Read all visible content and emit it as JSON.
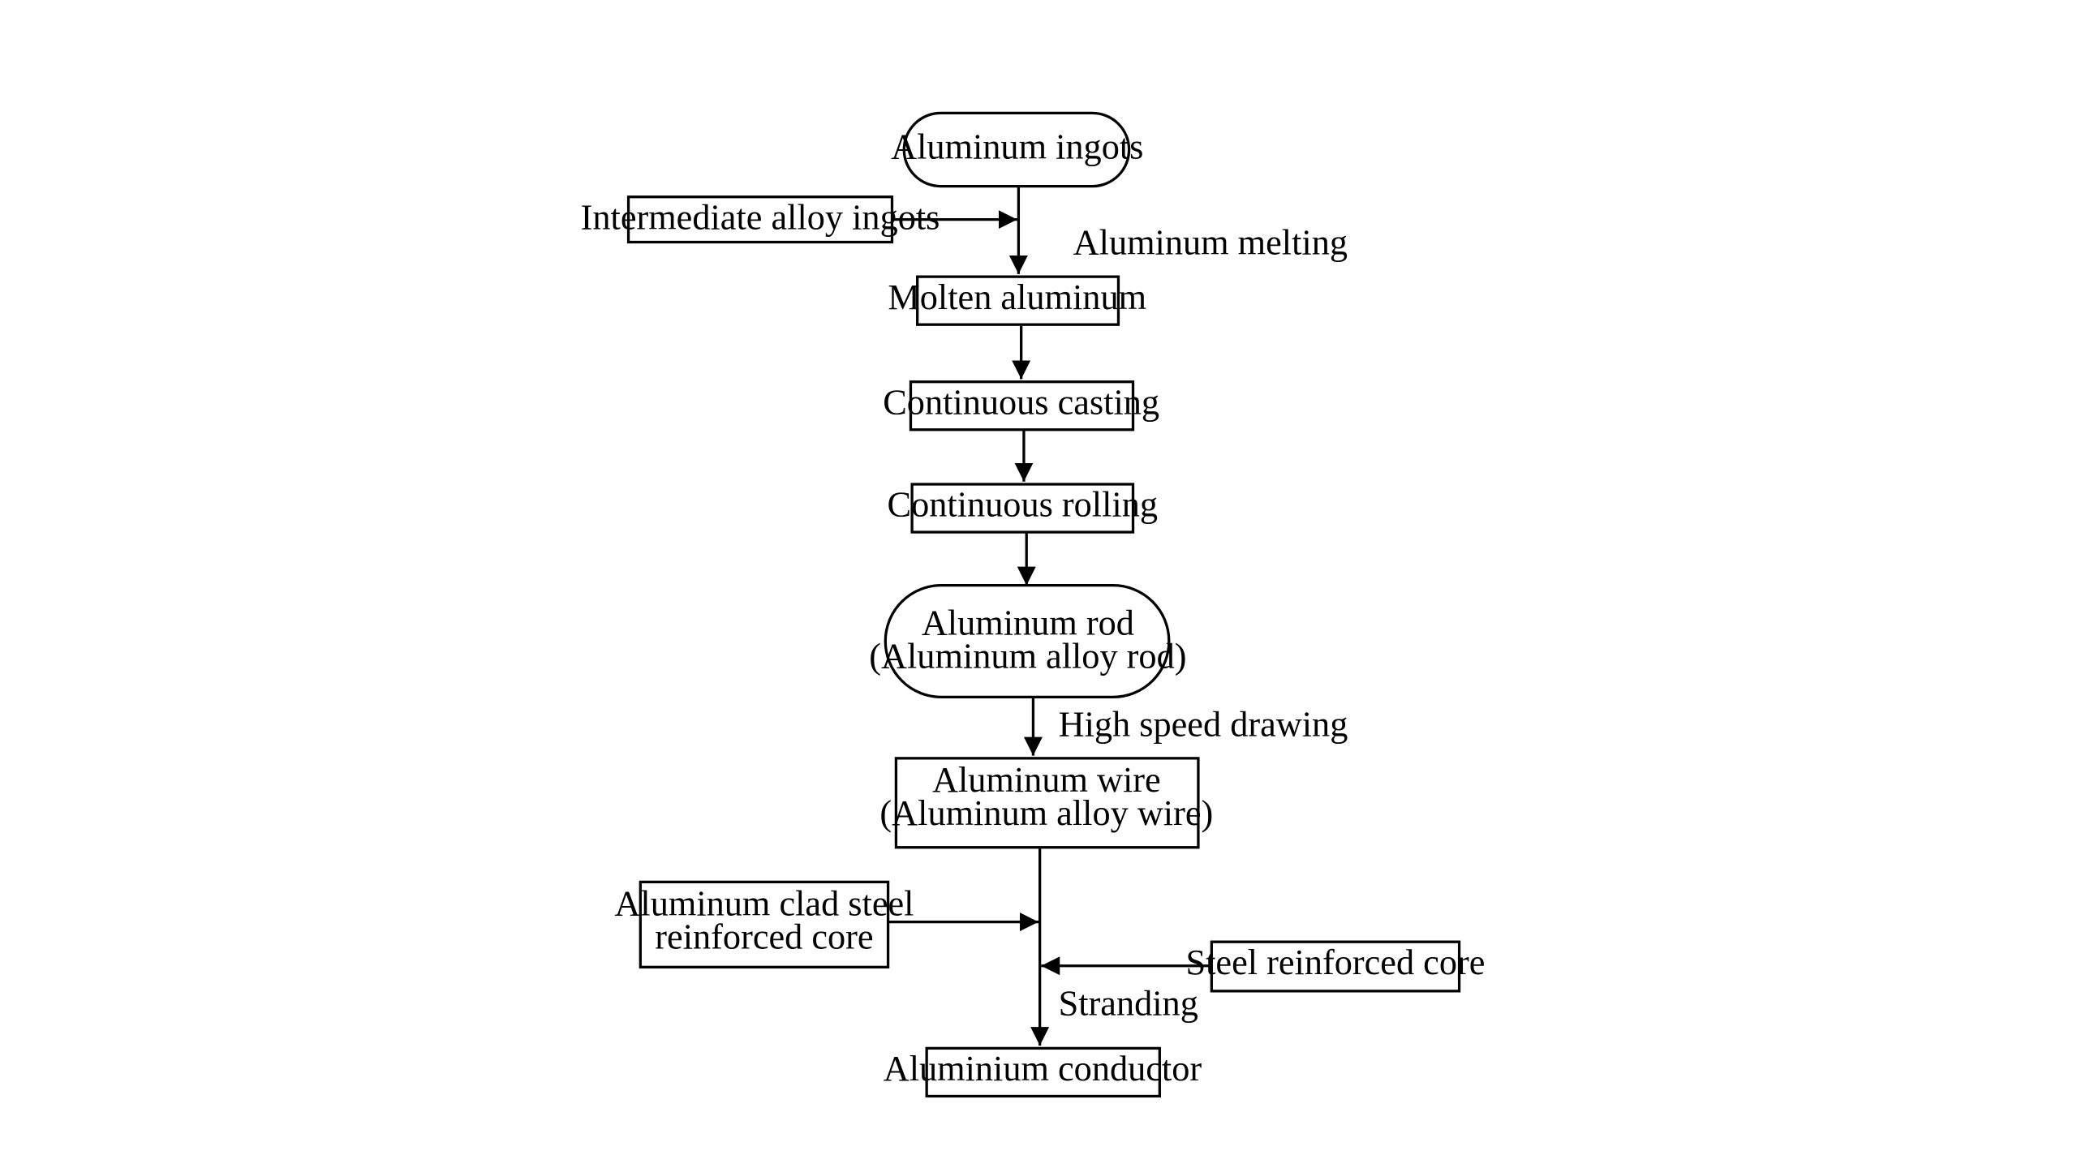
{
  "diagram": {
    "type": "flowchart",
    "nodes": {
      "aluminum_ingots": {
        "label": "Aluminum ingots",
        "shape": "rounded"
      },
      "intermediate_alloy_ingots": {
        "label": "Intermediate alloy ingots",
        "shape": "rect"
      },
      "molten_aluminum": {
        "label": "Molten aluminum",
        "shape": "rect"
      },
      "continuous_casting": {
        "label": "Continuous casting",
        "shape": "rect"
      },
      "continuous_rolling": {
        "label": "Continuous rolling",
        "shape": "rect"
      },
      "aluminum_rod": {
        "line1": "Aluminum rod",
        "line2": "(Aluminum alloy rod)",
        "shape": "rounded"
      },
      "aluminum_wire": {
        "line1": "Aluminum wire",
        "line2": "(Aluminum alloy wire)",
        "shape": "rect"
      },
      "aluminum_clad_steel_core": {
        "line1": "Aluminum clad steel",
        "line2": "reinforced core",
        "shape": "rect"
      },
      "steel_reinforced_core": {
        "label": "Steel reinforced core",
        "shape": "rect"
      },
      "aluminium_conductor": {
        "label": "Aluminium conductor",
        "shape": "rect"
      }
    },
    "edge_labels": {
      "melting": "Aluminum melting",
      "drawing": "High speed drawing",
      "stranding": "Stranding"
    },
    "edges": [
      {
        "from": "aluminum_ingots",
        "to": "molten_aluminum",
        "label": "melting"
      },
      {
        "from": "intermediate_alloy_ingots",
        "to": "molten_aluminum"
      },
      {
        "from": "molten_aluminum",
        "to": "continuous_casting"
      },
      {
        "from": "continuous_casting",
        "to": "continuous_rolling"
      },
      {
        "from": "continuous_rolling",
        "to": "aluminum_rod"
      },
      {
        "from": "aluminum_rod",
        "to": "aluminum_wire",
        "label": "drawing"
      },
      {
        "from": "aluminum_wire",
        "to": "aluminium_conductor",
        "label": "stranding"
      },
      {
        "from": "aluminum_clad_steel_core",
        "to": "aluminium_conductor"
      },
      {
        "from": "steel_reinforced_core",
        "to": "aluminium_conductor"
      }
    ]
  }
}
